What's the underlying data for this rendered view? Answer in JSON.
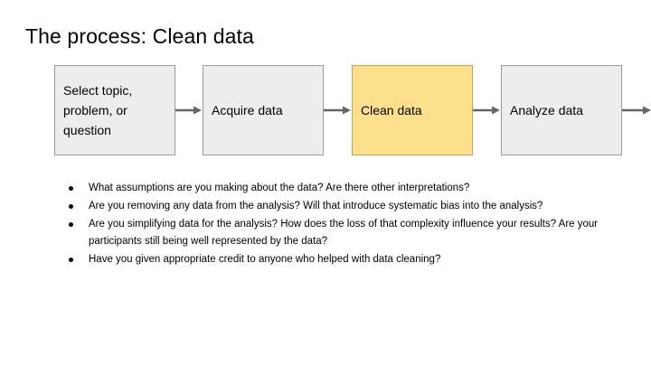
{
  "slide": {
    "title": "The process: Clean data",
    "background": "#ffffff"
  },
  "flow": {
    "arrow_color": "#666666",
    "boxes": [
      {
        "id": "select",
        "label": "Select topic,\nproblem, or\nquestion",
        "fill": "#ededed",
        "border": "#9a9a9a",
        "highlighted": false
      },
      {
        "id": "acquire",
        "label": "Acquire data",
        "fill": "#ededed",
        "border": "#9a9a9a",
        "highlighted": false
      },
      {
        "id": "clean",
        "label": "Clean data",
        "fill": "#fce08c",
        "border": "#c5a35a",
        "highlighted": true
      },
      {
        "id": "analyze",
        "label": "Analyze data",
        "fill": "#ededed",
        "border": "#9a9a9a",
        "highlighted": false
      }
    ]
  },
  "bullets": [
    "What assumptions are you making about the data? Are there other interpretations?",
    "Are you removing any data from the analysis? Will that introduce systematic bias into the analysis?",
    "Are you simplifying data for the analysis? How does the loss of that complexity influence your results? Are your participants still being well represented by the data?",
    "Have you given appropriate credit to anyone who helped with data cleaning?"
  ]
}
